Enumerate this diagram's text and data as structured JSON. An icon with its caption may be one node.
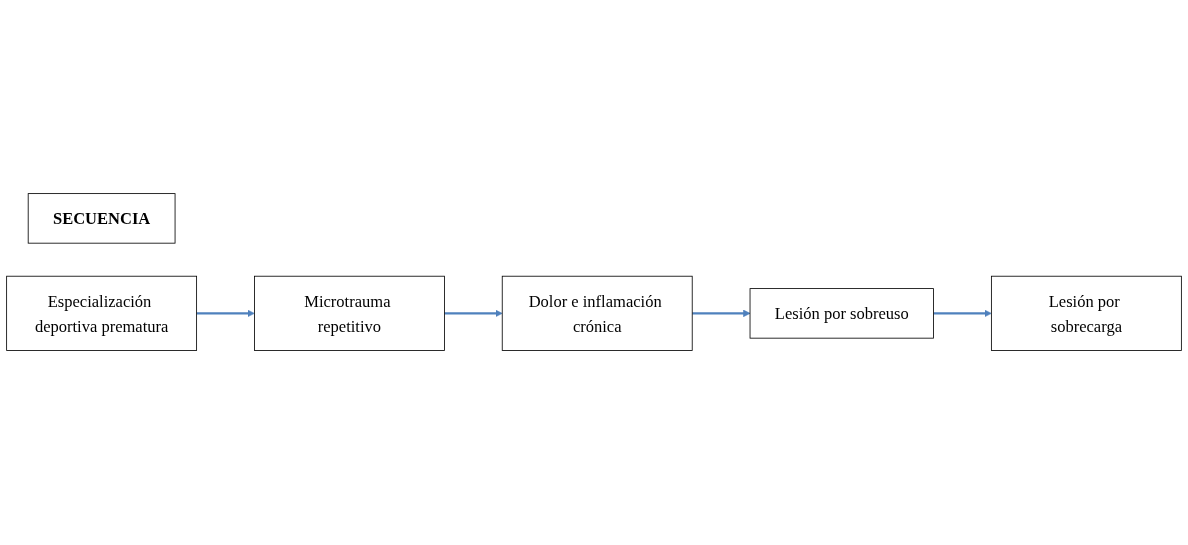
{
  "diagram": {
    "nodes": [
      {
        "text": [
          "SECUENCIA"
        ]
      },
      {
        "text": [
          "Especialización deportiva prematura"
        ]
      },
      {
        "text": [
          "Microtrauma repetitivo"
        ]
      },
      {
        "text": [
          "Dolor e inflamación crónica"
        ]
      },
      {
        "text": [
          "Lesión por sobreuso"
        ]
      },
      {
        "text": [
          "Lesión por sobrecarga"
        ]
      }
    ],
    "edges": [
      {
        "from": 1,
        "to": 2,
        "arrow": "to"
      },
      {
        "from": 2,
        "to": 3,
        "arrow": "to"
      },
      {
        "from": 3,
        "to": 4,
        "arrow": "to"
      },
      {
        "from": 4,
        "to": 5,
        "arrow": "to"
      }
    ]
  }
}
